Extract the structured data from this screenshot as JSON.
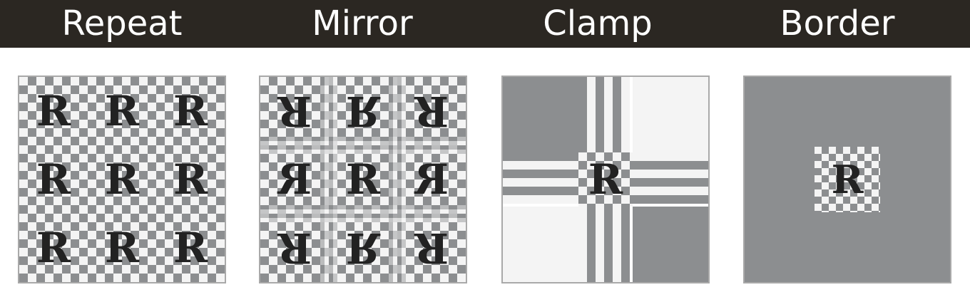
{
  "header": {
    "labels": [
      "Repeat",
      "Mirror",
      "Clamp",
      "Border"
    ]
  },
  "panels": [
    {
      "mode": "Repeat",
      "glyph": "R"
    },
    {
      "mode": "Mirror",
      "glyph": "R"
    },
    {
      "mode": "Clamp",
      "glyph": "R"
    },
    {
      "mode": "Border",
      "glyph": "R"
    }
  ],
  "colors": {
    "header_bg": "#2b2722",
    "header_text": "#ffffff",
    "checker_light": "#f4f4f4",
    "checker_dark": "#8c8e90",
    "border_fill": "#8c8e90",
    "glyph": "#222222"
  }
}
